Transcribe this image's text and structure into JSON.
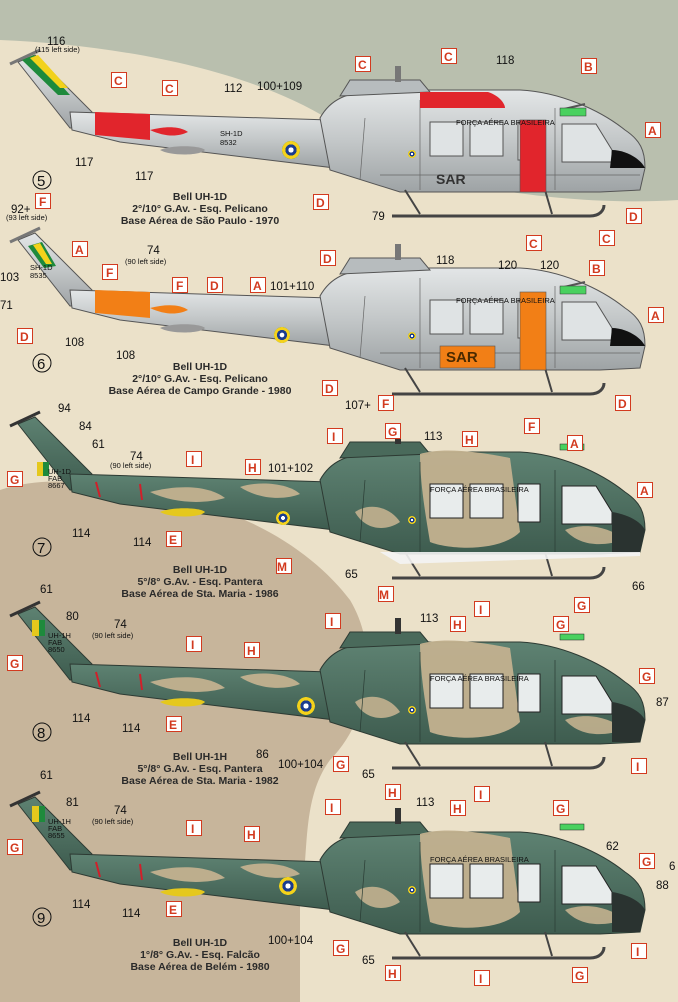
{
  "colors": {
    "background_light": "#ebe1c9",
    "background_grey": "#b9bfae",
    "background_tan": "#c7b59b",
    "aircraft_grey": "#c4c8c9",
    "dayglo_red": "#e1252c",
    "dayglo_orange": "#f27f16",
    "camo_green": "#4f7262",
    "camo_sand": "#c3b18f",
    "label_border": "#d23a1f",
    "marking_yellow": "#e5c81d",
    "flag_green": "#1e8a3c"
  },
  "profiles": [
    {
      "number": "5",
      "caption": [
        "Bell UH-1D",
        "2°/10° G.Av. - Esq. Pelicano",
        "Base Aérea de São Paulo - 1970"
      ],
      "scheme": "grey",
      "dayglo": "red",
      "sar_text": "SAR",
      "fuselage_text": "FORÇA AÉREA BRASILEIRA",
      "serial": [
        "SH-1D",
        "8532"
      ],
      "numbers": [
        "116",
        "(115 left side)",
        "112",
        "100+109",
        "118",
        "117",
        "117",
        "79"
      ],
      "labels": [
        "C",
        "C",
        "C",
        "C",
        "B",
        "A",
        "D",
        "D",
        "C",
        "C"
      ]
    },
    {
      "number": "6",
      "caption": [
        "Bell UH-1D",
        "2°/10° G.Av. - Esq. Pelicano",
        "Base Aérea de Campo Grande - 1980"
      ],
      "scheme": "grey",
      "dayglo": "orange",
      "sar_text": "SAR",
      "fuselage_text": "FORÇA AÉREA BRASILEIRA",
      "serial": [
        "SH-1D",
        "8535"
      ],
      "numbers": [
        "92+",
        "(93 left side)",
        "74",
        "(90 left side)",
        "101+110",
        "118",
        "120",
        "120",
        "103",
        "71",
        "108",
        "108",
        "107+"
      ],
      "labels": [
        "F",
        "A",
        "F",
        "F",
        "D",
        "A",
        "D",
        "B",
        "A",
        "D",
        "D",
        "F",
        "D",
        "F"
      ]
    },
    {
      "number": "7",
      "caption": [
        "Bell UH-1D",
        "5°/8° G.Av. - Esq. Pantera",
        "Base Aérea de Sta. Maria - 1986"
      ],
      "scheme": "camo",
      "fuselage_text": "FORÇA AÉREA BRASILEIRA",
      "serial": [
        "UH-1D",
        "FAB",
        "8667"
      ],
      "numbers": [
        "94",
        "84",
        "61",
        "74",
        "(90 left side)",
        "101+102",
        "113",
        "114",
        "114",
        "65",
        "66"
      ],
      "labels": [
        "G",
        "I",
        "H",
        "I",
        "G",
        "H",
        "A",
        "A",
        "E",
        "M",
        "M",
        "I",
        "G"
      ]
    },
    {
      "number": "8",
      "caption": [
        "Bell UH-1H",
        "5°/8° G.Av. - Esq. Pantera",
        "Base Aérea de Sta. Maria - 1982"
      ],
      "scheme": "camo",
      "fuselage_text": "FORÇA AÉREA BRASILEIRA",
      "serial": [
        "UH-1H",
        "FAB",
        "8650"
      ],
      "numbers": [
        "61",
        "80",
        "74",
        "(90 left side)",
        "113",
        "87",
        "114",
        "114",
        "86",
        "100+104",
        "65"
      ],
      "labels": [
        "G",
        "I",
        "H",
        "I",
        "H",
        "G",
        "G",
        "E",
        "G",
        "H",
        "I",
        "I"
      ]
    },
    {
      "number": "9",
      "caption": [
        "Bell UH-1D",
        "1°/8° G.Av. - Esq. Falcão",
        "Base Aérea de Belém - 1980"
      ],
      "scheme": "camo",
      "fuselage_text": "FORÇA AÉREA BRASILEIRA",
      "serial": [
        "UH-1H",
        "FAB",
        "8655"
      ],
      "numbers": [
        "61",
        "81",
        "74",
        "(90 left side)",
        "113",
        "62",
        "6",
        "88",
        "114",
        "114",
        "100+104",
        "65"
      ],
      "labels": [
        "G",
        "I",
        "H",
        "I",
        "H",
        "G",
        "G",
        "E",
        "G",
        "H",
        "I",
        "I",
        "G"
      ]
    }
  ]
}
